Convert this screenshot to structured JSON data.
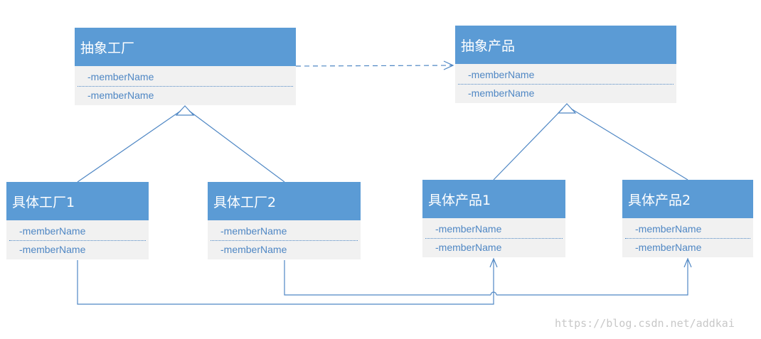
{
  "boxes": {
    "abstract_factory": {
      "title": "抽象工厂",
      "members": [
        "-memberName",
        "-memberName"
      ]
    },
    "abstract_product": {
      "title": "抽象产品",
      "members": [
        "-memberName",
        "-memberName"
      ]
    },
    "factory1": {
      "title": "具体工厂1",
      "members": [
        "-memberName",
        "-memberName"
      ]
    },
    "factory2": {
      "title": "具体工厂2",
      "members": [
        "-memberName",
        "-memberName"
      ]
    },
    "product1": {
      "title": "具体产品1",
      "members": [
        "-memberName",
        "-memberName"
      ]
    },
    "product2": {
      "title": "具体产品2",
      "members": [
        "-memberName",
        "-memberName"
      ]
    }
  },
  "relations": [
    {
      "from": "abstract_factory",
      "to": "abstract_product",
      "kind": "dependency"
    },
    {
      "from": "factory1",
      "to": "abstract_factory",
      "kind": "inheritance"
    },
    {
      "from": "factory2",
      "to": "abstract_factory",
      "kind": "inheritance"
    },
    {
      "from": "product1",
      "to": "abstract_product",
      "kind": "inheritance"
    },
    {
      "from": "product2",
      "to": "abstract_product",
      "kind": "inheritance"
    },
    {
      "from": "factory1",
      "to": "product1",
      "kind": "association"
    },
    {
      "from": "factory2",
      "to": "product2",
      "kind": "association"
    }
  ],
  "colors": {
    "header": "#5b9bd5",
    "body": "#f1f1f1",
    "member_text": "#4f87c4",
    "line": "#4f87c4"
  },
  "watermark": "https://blog.csdn.net/addkai"
}
